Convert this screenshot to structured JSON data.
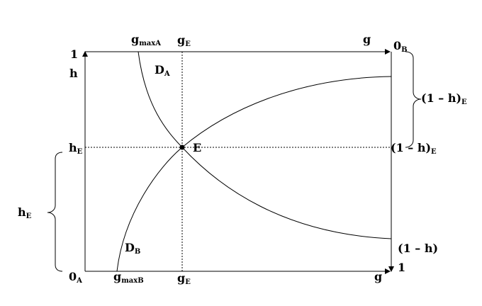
{
  "labels": {
    "top_left_one": "1",
    "h_axis": "h",
    "g_max_a_main": "g",
    "g_max_a_sub": "maxA",
    "g_e_top_main": "g",
    "g_e_top_sub": "E",
    "g_top": "g",
    "o_b_main": "0",
    "o_b_sub": "B",
    "d_a_main": "D",
    "d_a_sub": "A",
    "one_minus_h_e_upper_main": "(1 – h)",
    "one_minus_h_e_upper_sub": "E",
    "h_e_left_main": "h",
    "h_e_left_sub": "E",
    "e_point": "E",
    "one_minus_h_e_mid_main": "(1 – h)",
    "one_minus_h_e_mid_sub": "E",
    "h_e_brace_main": "h",
    "h_e_brace_sub": "E",
    "d_b_main": "D",
    "d_b_sub": "B",
    "one_minus_h": "(1 – h)",
    "o_a_main": "0",
    "o_a_sub": "A",
    "g_max_b_main": "g",
    "g_max_b_sub": "maxB",
    "g_e_bottom_main": "g",
    "g_e_bottom_sub": "E",
    "g_bottom": "g",
    "bottom_right_one": "1"
  }
}
